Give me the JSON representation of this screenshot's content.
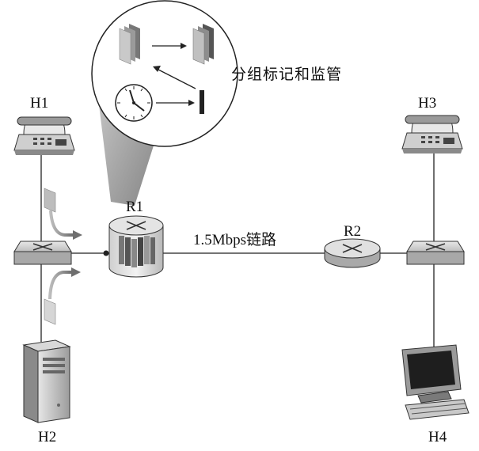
{
  "callout": {
    "title": "分组标记和监管"
  },
  "nodes": {
    "h1": {
      "label": "H1",
      "icon": "telephone-icon"
    },
    "h2": {
      "label": "H2",
      "icon": "server-tower-icon"
    },
    "h3": {
      "label": "H3",
      "icon": "telephone-icon"
    },
    "h4": {
      "label": "H4",
      "icon": "desktop-computer-icon"
    },
    "r1": {
      "label": "R1",
      "icon": "router-with-queue-icon"
    },
    "r2": {
      "label": "R2",
      "icon": "router-icon"
    }
  },
  "links": {
    "r1_r2": "1.5Mbps链路"
  },
  "colors": {
    "line": "#222222",
    "gray_dark": "#555555",
    "gray_mid": "#9a9a9a",
    "gray_light": "#d6d6d6"
  }
}
